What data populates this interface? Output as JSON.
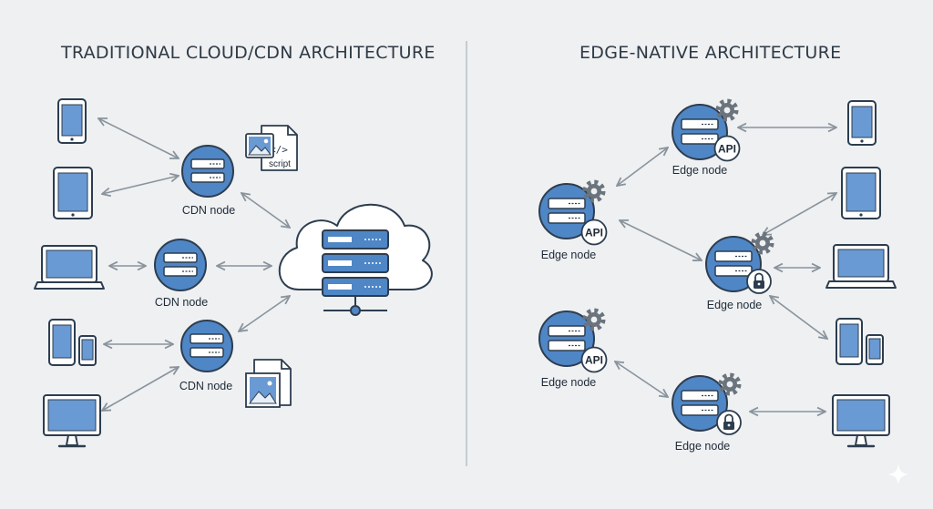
{
  "colors": {
    "background": "#eef0f2",
    "node_fill": "#4f86c6",
    "outline": "#2d3d4f",
    "device_screen": "#6a9ad3",
    "arrow": "#8a939c",
    "gear": "#6b747d"
  },
  "left": {
    "title": "TRADITIONAL CLOUD/CDN ARCHITECTURE",
    "devices": [
      {
        "icon": "smartphone-icon"
      },
      {
        "icon": "tablet-icon"
      },
      {
        "icon": "laptop-icon"
      },
      {
        "icon": "phones-icon"
      },
      {
        "icon": "desktop-monitor-icon"
      }
    ],
    "cdn_nodes": [
      {
        "label": "CDN node"
      },
      {
        "label": "CDN node"
      },
      {
        "label": "CDN node"
      }
    ],
    "assets": [
      {
        "icon": "script-file-icon",
        "text": "script"
      },
      {
        "icon": "image-file-icon"
      }
    ],
    "origin": {
      "icon": "cloud-server-icon"
    }
  },
  "right": {
    "title": "EDGE-NATIVE ARCHITECTURE",
    "edge_nodes": [
      {
        "label": "Edge node",
        "badge": "API"
      },
      {
        "label": "Edge node",
        "badge": "API"
      },
      {
        "label": "Edge node",
        "badge": "lock"
      },
      {
        "label": "Edge node",
        "badge": "API"
      },
      {
        "label": "Edge node",
        "badge": "lock"
      }
    ],
    "devices": [
      {
        "icon": "smartphone-icon"
      },
      {
        "icon": "tablet-icon"
      },
      {
        "icon": "laptop-icon"
      },
      {
        "icon": "phones-icon"
      },
      {
        "icon": "desktop-monitor-icon"
      }
    ]
  }
}
